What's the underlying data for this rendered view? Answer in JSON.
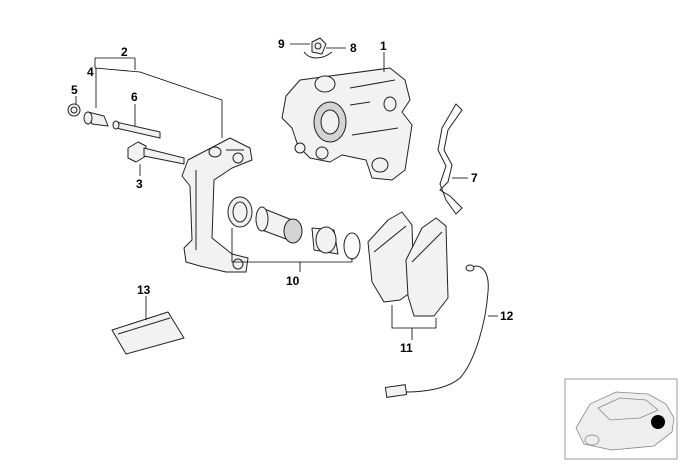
{
  "diagram": {
    "callouts": [
      {
        "id": "1",
        "label": "1"
      },
      {
        "id": "2",
        "label": "2"
      },
      {
        "id": "3",
        "label": "3"
      },
      {
        "id": "4",
        "label": "4"
      },
      {
        "id": "5",
        "label": "5"
      },
      {
        "id": "6",
        "label": "6"
      },
      {
        "id": "7",
        "label": "7"
      },
      {
        "id": "8",
        "label": "8"
      },
      {
        "id": "9",
        "label": "9"
      },
      {
        "id": "10",
        "label": "10"
      },
      {
        "id": "11",
        "label": "11"
      },
      {
        "id": "12",
        "label": "12"
      },
      {
        "id": "13",
        "label": "13"
      }
    ]
  },
  "colors": {
    "stroke": "#222222",
    "fill": "#f2f2f2",
    "marker": "#000000"
  }
}
